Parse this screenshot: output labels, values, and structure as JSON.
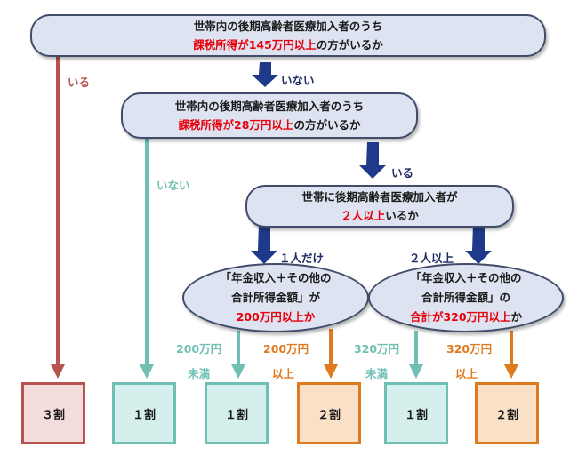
{
  "q1": {
    "line1": "世帯内の後期高齢者医療加入者のうち",
    "line2_hl": "課税所得が145万円以上",
    "line2_rest": "の方がいるか"
  },
  "q2": {
    "line1": "世帯内の後期高齢者医療加入者のうち",
    "line2_hl": "課税所得が28万円以上",
    "line2_rest": "の方がいるか"
  },
  "q3": {
    "line1": "世帯に後期高齢者医療加入者が",
    "line2_hl": "２人以上",
    "line2_rest": "いるか"
  },
  "q4": {
    "line1": "「年金収入＋その他の",
    "line2": "合計所得金額」が",
    "line3_hl": "200万円以上か"
  },
  "q5": {
    "line1": "「年金収入＋その他の",
    "line2": "合計所得金額」の",
    "line3_hl": "合計が320万円以上",
    "line3_rest": "か"
  },
  "labels": {
    "iru_1": "いる",
    "inai_1": "いない",
    "inai_2": "いない",
    "iru_2": "いる",
    "hitori": "１人だけ",
    "futari": "２人以上",
    "l200_a": "200万円",
    "l200_b": "未満",
    "u200_a": "200万円",
    "u200_b": "以上",
    "l320_a": "320万円",
    "l320_b": "未満",
    "u320_a": "320万円",
    "u320_b": "以上"
  },
  "results": [
    "３割",
    "１割",
    "１割",
    "２割",
    "１割",
    "２割"
  ],
  "colors": {
    "red": "#b85450",
    "teal": "#6fbfb5",
    "orange": "#e07a1e",
    "navy": "#1f3a8a",
    "highlight": "#e8000b"
  }
}
